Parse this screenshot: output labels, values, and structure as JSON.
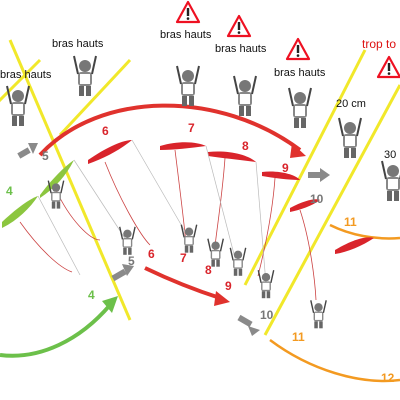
{
  "labels": {
    "arms_up": "bras hauts",
    "too_far": "trop to",
    "dist_20": "20 cm",
    "dist_30": "30"
  },
  "steps": {
    "s4": "4",
    "s5": "5",
    "s6": "6",
    "s7": "7",
    "s8": "8",
    "s9": "9",
    "s10": "10",
    "s11": "11",
    "s12": "12"
  },
  "icons": {
    "warning": "warning-triangle-icon",
    "person": "pilot-figure-icon",
    "arrow": "flow-arrow-icon"
  },
  "colors": {
    "wing_red": "#d9242b",
    "wing_green": "#8cc63f",
    "guide_yellow": "#f1e82a",
    "arrow_green": "#6cc04a",
    "arrow_red": "#e0322d",
    "arrow_grey": "#8a8a8a",
    "arc_orange": "#f39a21"
  }
}
